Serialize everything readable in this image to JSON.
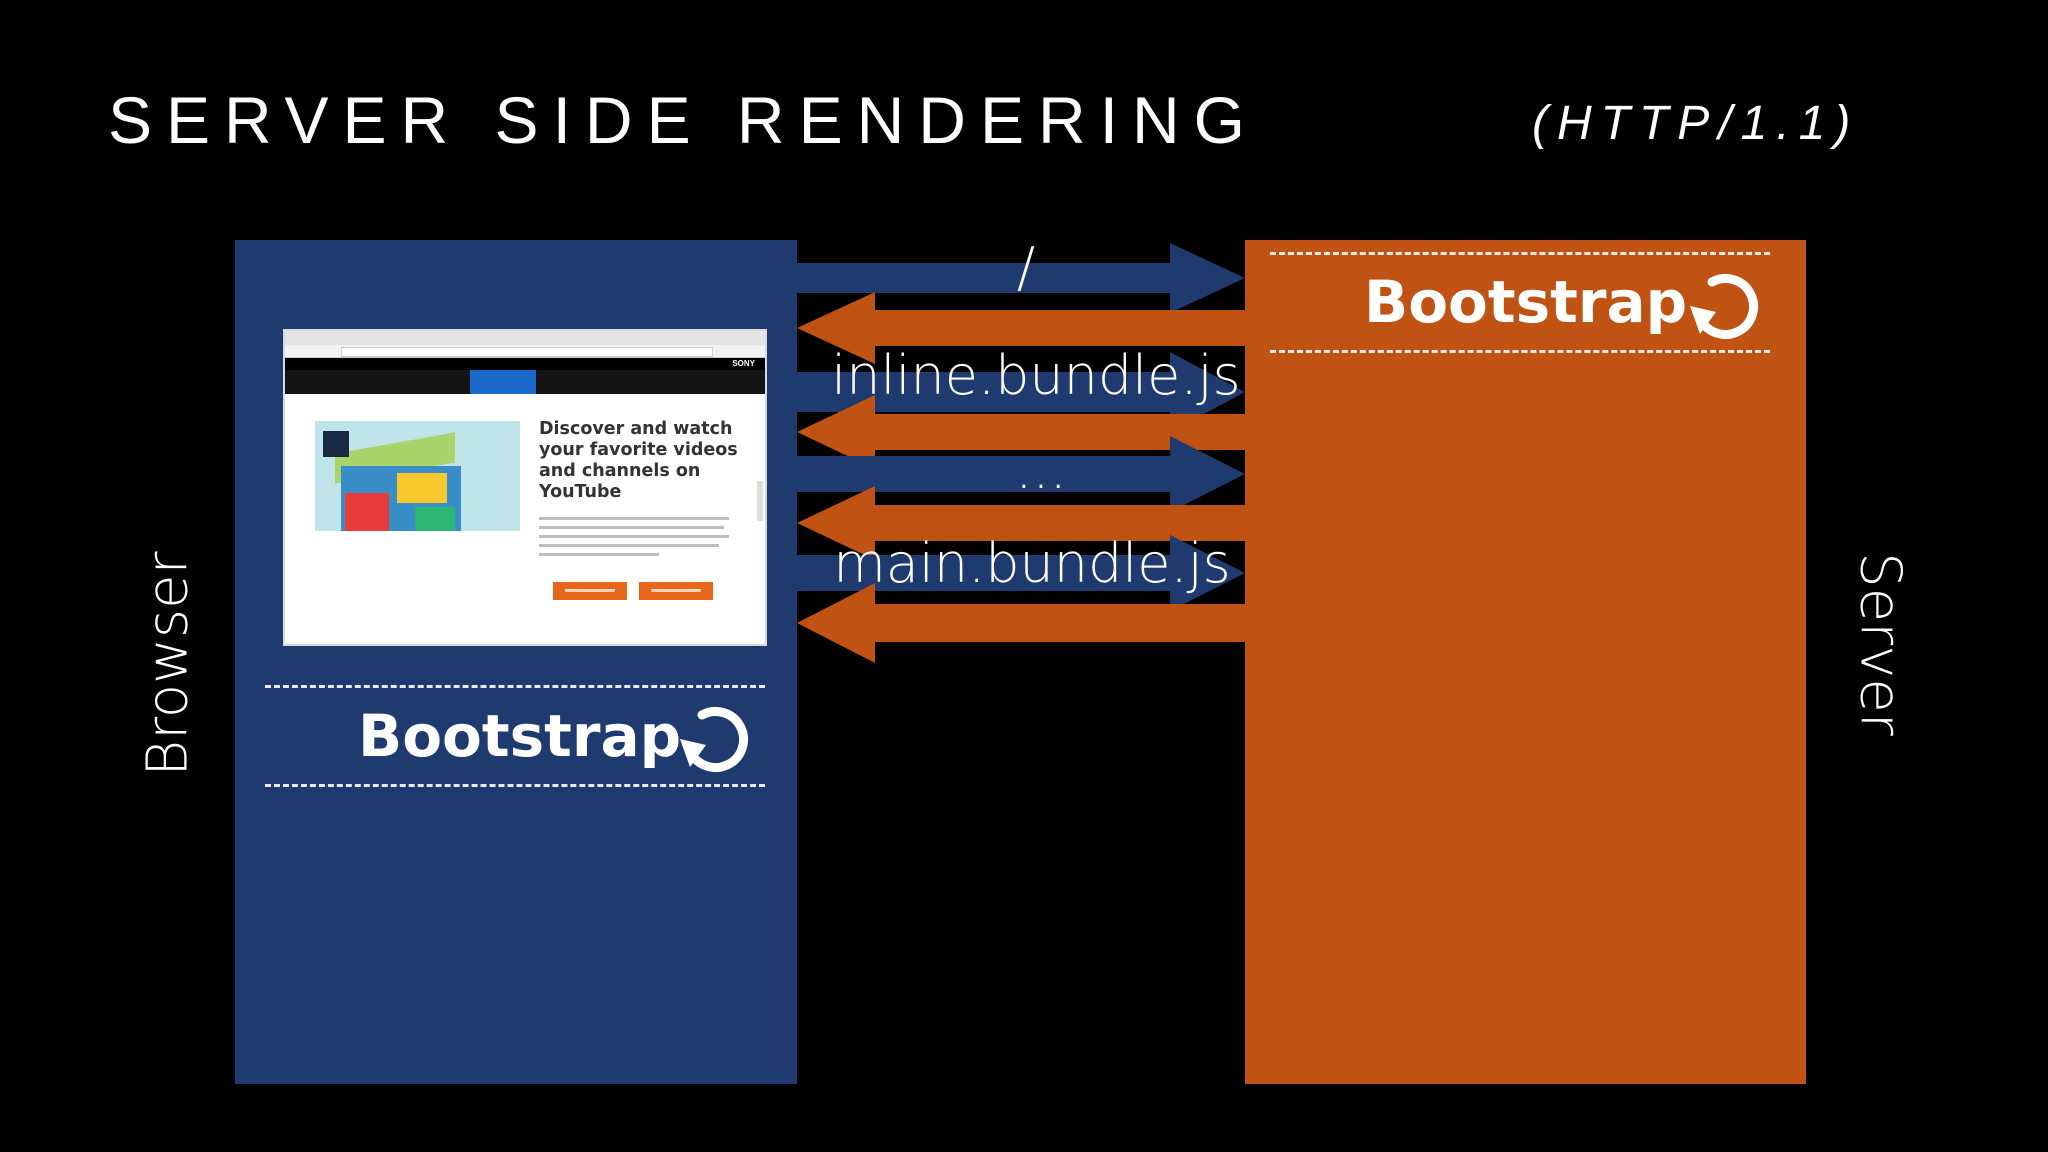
{
  "title": "SERVER SIDE RENDERING",
  "subtitle": "(HTTP/1.1)",
  "browser": {
    "label": "Browser",
    "bootstrap_label": "Bootstrap",
    "screenshot": {
      "brand": "SONY",
      "headline": "Discover and watch your favorite videos and channels on YouTube"
    }
  },
  "server": {
    "label": "Server",
    "bootstrap_label": "Bootstrap"
  },
  "requests": [
    {
      "label": "/",
      "direction": "to-server"
    },
    {
      "label": "",
      "direction": "to-browser"
    },
    {
      "label": "inline.bundle.js",
      "direction": "to-server"
    },
    {
      "label": "",
      "direction": "to-browser"
    },
    {
      "label": "...",
      "direction": "to-server"
    },
    {
      "label": "",
      "direction": "to-browser"
    },
    {
      "label": "main.bundle.js",
      "direction": "to-server"
    },
    {
      "label": "",
      "direction": "to-browser"
    }
  ],
  "colors": {
    "background": "#000000",
    "browser": "#1f3a6e",
    "server": "#c05213",
    "text": "#ffffff"
  },
  "icons": {
    "bootstrap": "reload-icon"
  }
}
